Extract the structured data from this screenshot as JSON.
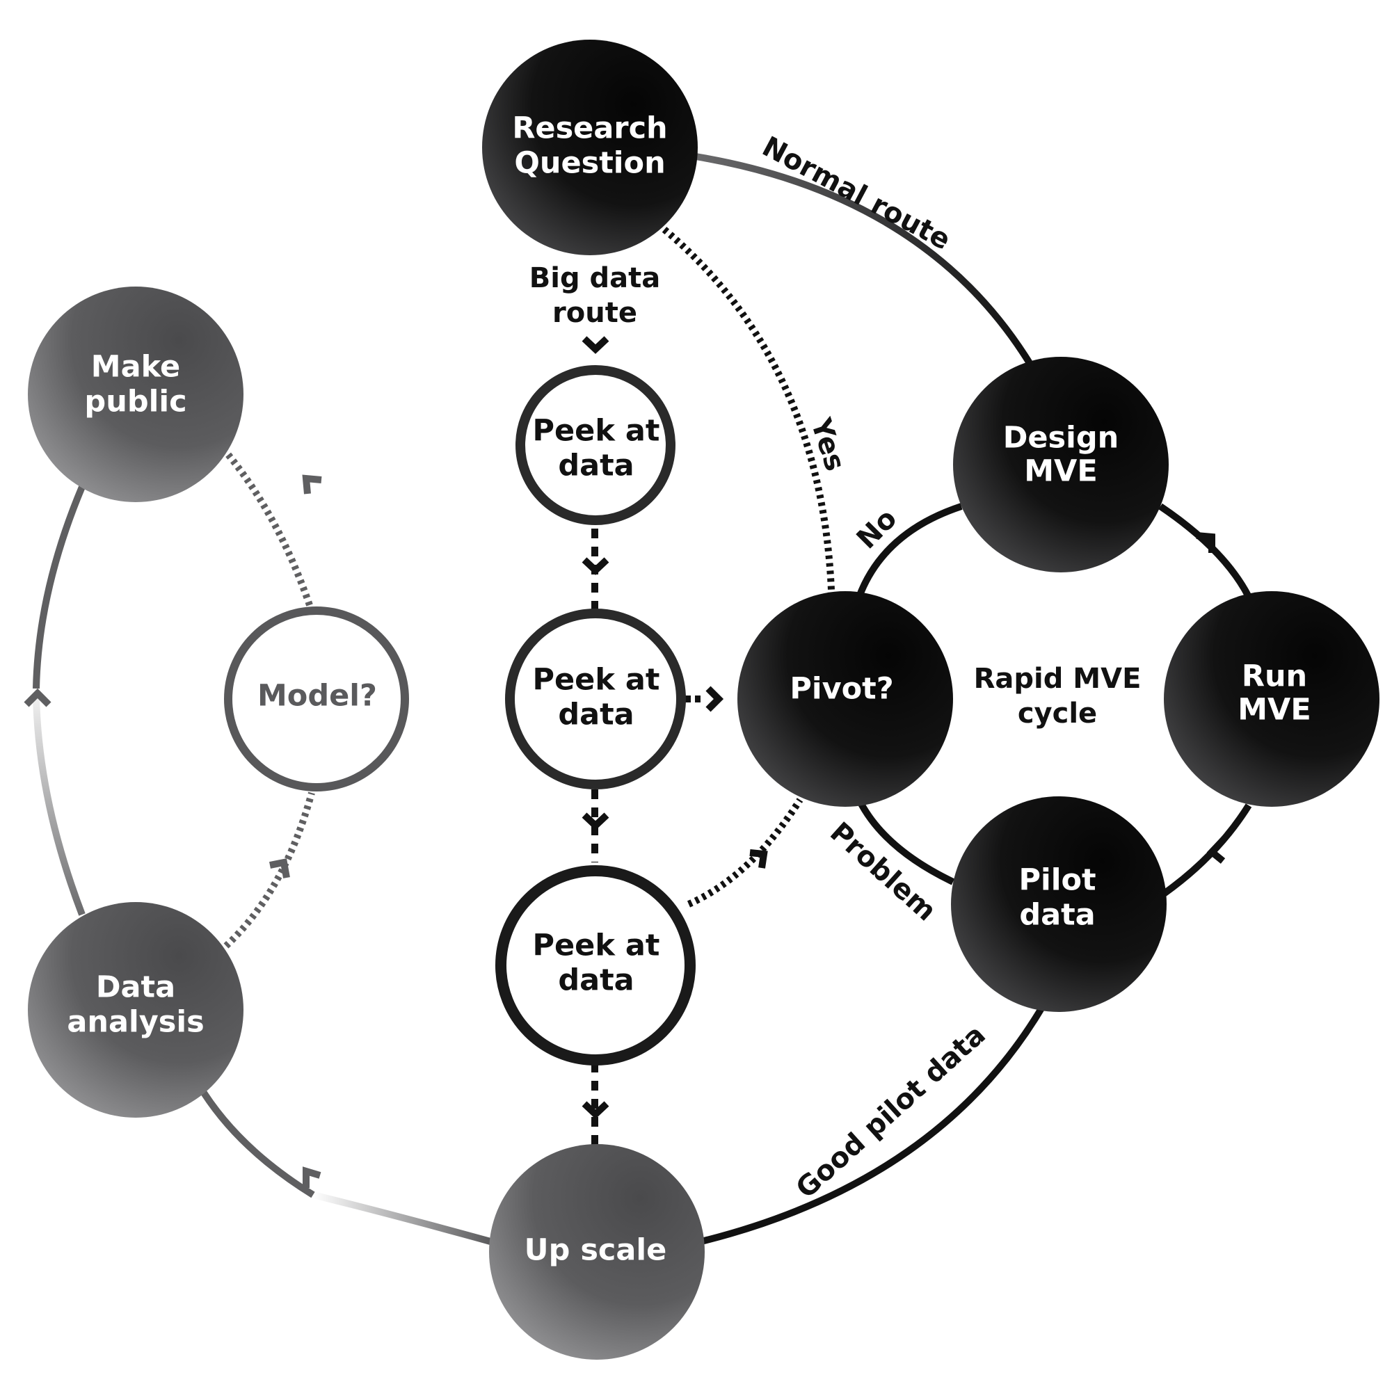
{
  "diagram": {
    "nodes": {
      "research_question": [
        "Research",
        "Question"
      ],
      "design_mve": [
        "Design",
        "MVE"
      ],
      "run_mve": [
        "Run",
        "MVE"
      ],
      "pilot_data": [
        "Pilot",
        "data"
      ],
      "pivot": [
        "Pivot?"
      ],
      "up_scale": [
        "Up scale"
      ],
      "data_analysis": [
        "Data",
        "analysis"
      ],
      "make_public": [
        "Make",
        "public"
      ],
      "model": [
        "Model?"
      ],
      "peek_1": [
        "Peek at",
        "data"
      ],
      "peek_2": [
        "Peek at",
        "data"
      ],
      "peek_3": [
        "Peek at",
        "data"
      ]
    },
    "edge_labels": {
      "normal_route": "Normal route",
      "big_data_route": [
        "Big data",
        "route"
      ],
      "yes": "Yes",
      "no": "No",
      "problem": "Problem",
      "good_pilot_data": "Good pilot data"
    },
    "cycle_label": [
      "Rapid MVE",
      "cycle"
    ]
  },
  "colors": {
    "dark_node": "#111111",
    "grey_node": "#5c5c5e",
    "outline_node": "#222222",
    "model_outline": "#58585a",
    "line_dark": "#111111",
    "line_grey": "#666666"
  }
}
